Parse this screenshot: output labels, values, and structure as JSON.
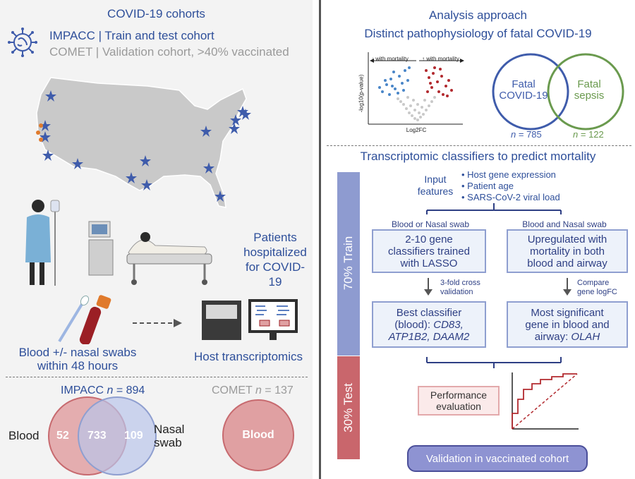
{
  "left": {
    "title": "COVID-19 cohorts",
    "impacc_line": "IMPACC | Train and test cohort",
    "comet_line": "COMET | Validation cohort, >40% vaccinated",
    "patients_label": "Patients hospitalized for COVID-19",
    "patients_lines": [
      "Patients",
      "hospitalized",
      "for COVID-19"
    ],
    "blood_label_lines": [
      "Blood +/- nasal swabs",
      "within 48 hours"
    ],
    "host_label": "Host transcriptomics",
    "impacc_n_prefix": "IMPACC ",
    "impacc_n_italic": "n",
    "impacc_n_value": " = 894",
    "comet_n_prefix": "COMET ",
    "comet_n_italic": "n",
    "comet_n_value": " = 137",
    "venn": {
      "left_label": "Blood",
      "right_label_lines": [
        "Nasal",
        "swab"
      ],
      "blood_only": "52",
      "both": "733",
      "nasal_only": "109"
    },
    "comet_circle_label": "Blood"
  },
  "right": {
    "title": "Analysis approach",
    "subtitle": "Distinct pathophysiology of fatal COVID-19",
    "volcano": {
      "left_arrow": "with mortality",
      "right_arrow": "with mortality",
      "ylabel": "-log10(p-value)",
      "xlabel": "Log2FC"
    },
    "venn": {
      "left_lines": [
        "Fatal",
        "COVID-19"
      ],
      "right_lines": [
        "Fatal",
        "sepsis"
      ],
      "left_n": "785",
      "right_n": "122",
      "n_italic": "n",
      "eq": " = "
    },
    "section2_title": "Transcriptomic classifiers to predict mortality",
    "train_label": "70% Train",
    "test_label": "30% Test",
    "input_lines": [
      "Input",
      "features"
    ],
    "features": [
      "Host gene expression",
      "Patient age",
      "SARS-CoV-2 viral load"
    ],
    "branch_left": "Blood or Nasal swab",
    "branch_right": "Blood and Nasal swab",
    "box1_lines": [
      "2-10 gene",
      "classifiers trained",
      "with LASSO"
    ],
    "box2_lines": [
      "Upregulated with",
      "mortality in both",
      "blood and airway"
    ],
    "arrow1_lines": [
      "3-fold cross",
      "validation"
    ],
    "arrow2_lines": [
      "Compare",
      "gene logFC"
    ],
    "box3_line1": "Best classifier",
    "box3_line2_plain": "(blood): ",
    "box3_line2_italic": "CD83,",
    "box3_line3_italic": "ATP1B2, DAAM2",
    "box4_line1": "Most significant",
    "box4_line2": "gene in blood and",
    "box4_line3_plain": "airway: ",
    "box4_line3_italic": "OLAH",
    "perf_lines": [
      "Performance",
      "evaluation"
    ],
    "validation": "Validation in vaccinated cohort"
  },
  "colors": {
    "title_blue": "#2e4f9a",
    "train_fill": "#8e9bd0",
    "test_fill": "#c9666c",
    "blood_venn": "#e0a0a2",
    "nasal_venn": "#b9c4ea",
    "fatal_covid": "#3f5cab",
    "fatal_sepsis": "#6a9a4e"
  }
}
